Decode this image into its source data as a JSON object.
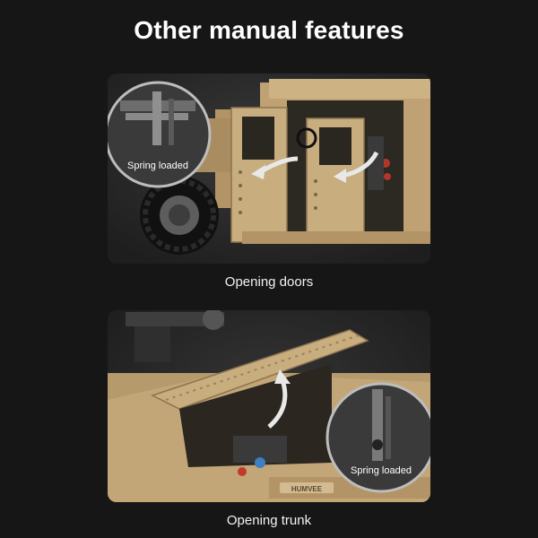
{
  "page": {
    "title": "Other manual features"
  },
  "panels": [
    {
      "caption": "Opening doors",
      "zoom_label": "Spring loaded"
    },
    {
      "caption": "Opening trunk",
      "zoom_label": "Spring loaded",
      "badge": "HUMVEE"
    }
  ],
  "colors": {
    "background": "#161616",
    "panel": "#262626",
    "vehicle_tan": "#c8ad7f",
    "arrow": "#e8e8e8"
  },
  "icons": [
    "curved-arrow-icon",
    "zoom-circle-icon"
  ]
}
